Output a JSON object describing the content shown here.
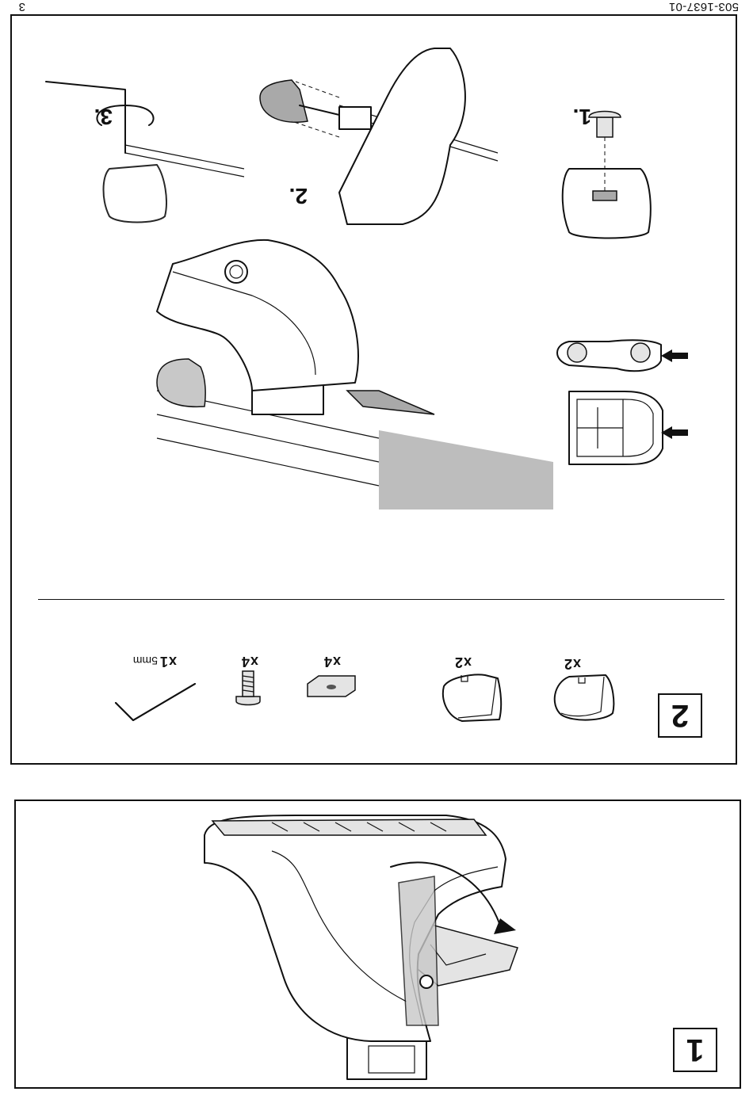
{
  "header": {
    "doc_number": "503-1637-01",
    "page_number": "3"
  },
  "step1": {
    "number": "1"
  },
  "step2": {
    "number": "2",
    "substeps": [
      "1.",
      "2.",
      "3."
    ],
    "parts": [
      {
        "qty": "x2",
        "icon": "end-cap-left-icon"
      },
      {
        "qty": "x2",
        "icon": "end-cap-right-icon"
      },
      {
        "qty": "x4",
        "icon": "t-nut-icon"
      },
      {
        "qty": "x4",
        "icon": "screw-icon"
      },
      {
        "qty": "x1",
        "unit": "5mm",
        "icon": "hex-key-icon"
      }
    ]
  },
  "colors": {
    "line": "#111111",
    "part_grey": "#c8c8c8",
    "dark_grey": "#a9a9a9"
  }
}
